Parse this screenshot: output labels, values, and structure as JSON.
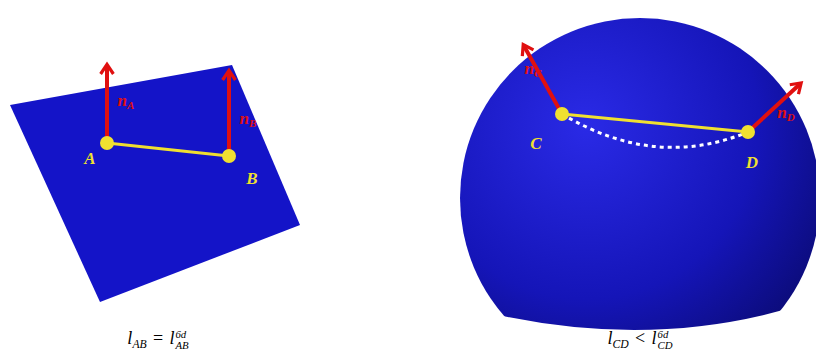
{
  "diagram": {
    "labels": [
      "n",
      "A",
      "n",
      "B",
      "A",
      "B",
      "n",
      "C",
      "n",
      "D",
      "C",
      "D",
      "l",
      "AB",
      "=",
      "l",
      "6d",
      "AB",
      "l",
      "CD",
      "<",
      "l",
      "6d",
      "CD"
    ]
  }
}
